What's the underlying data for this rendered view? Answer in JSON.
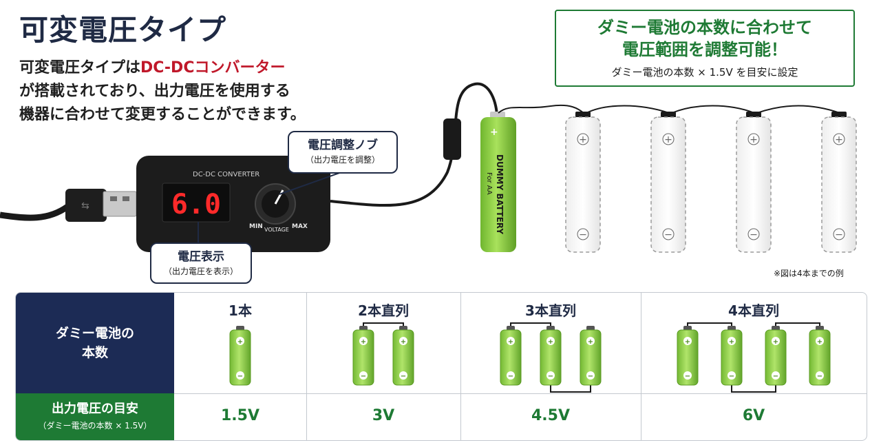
{
  "title": "可変電圧タイプ",
  "intro": {
    "line1_pre": "可変電圧タイプは",
    "line1_highlight": "DC-DCコンバーター",
    "line2": "が搭載されており、出力電圧を使用する",
    "line3": "機器に合わせて変更することができます。"
  },
  "green_callout": {
    "line1": "ダミー電池の本数に合わせて",
    "line2": "電圧範囲を調整可能！",
    "line3": "ダミー電池の本数 × 1.5V を目安に設定"
  },
  "device": {
    "label": "DC-DC CONVERTER",
    "display_value": "6.0",
    "knob_min": "MIN",
    "knob_max": "MAX",
    "knob_label": "VOLTAGE"
  },
  "knob_callout": {
    "main": "電圧調整ノブ",
    "sub": "（出力電圧を調整）"
  },
  "display_callout": {
    "main": "電圧表示",
    "sub": "（出力電圧を表示）"
  },
  "dummy_battery": {
    "text1": "DUMMY BATTERY",
    "text2": "For AA"
  },
  "example_note": "※図は4本までの例",
  "table": {
    "header_count": "ダミー電池の\n本数",
    "header_voltage": "出力電圧の目安",
    "header_voltage_sub": "（ダミー電池の本数 × 1.5V）",
    "columns": [
      {
        "label": "1本",
        "voltage": "1.5V",
        "batteries": 1
      },
      {
        "label": "2本直列",
        "voltage": "3V",
        "batteries": 2
      },
      {
        "label": "3本直列",
        "voltage": "4.5V",
        "batteries": 3
      },
      {
        "label": "4本直列",
        "voltage": "6V",
        "batteries": 4
      }
    ]
  },
  "colors": {
    "navy": "#1c2b55",
    "green": "#1e7a34",
    "battery_green": "#8cd14a",
    "red_highlight": "#c0182a",
    "display_red": "#ff2a2a"
  }
}
